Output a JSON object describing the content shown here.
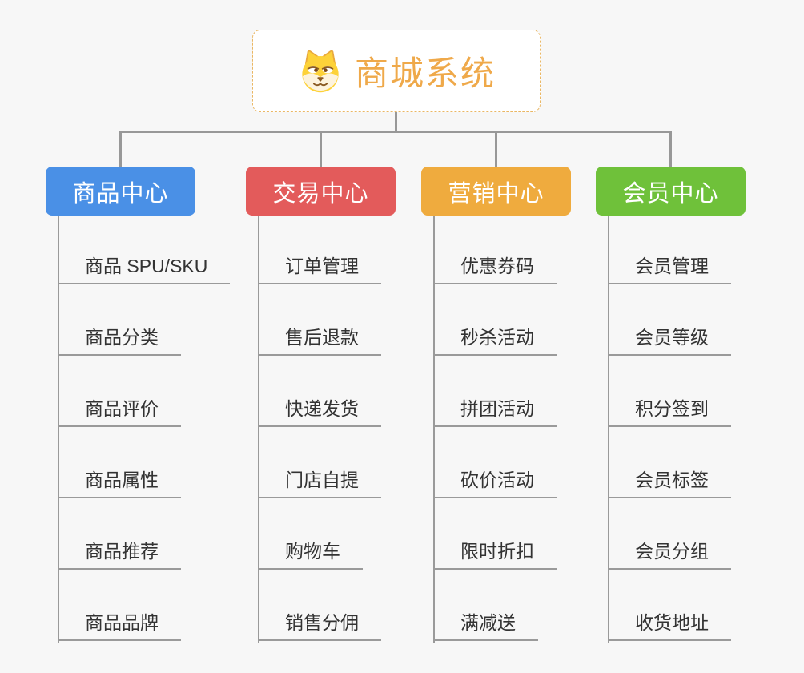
{
  "root": {
    "title": "商城系统",
    "icon": "dog-face-icon",
    "title_color": "#efa94a",
    "border_color": "#eab764"
  },
  "line_color": "#989898",
  "leaf_line_color": "#9a9a9a",
  "branches": [
    {
      "label": "商品中心",
      "color": "#4a90e6",
      "items": [
        "商品 SPU/SKU",
        "商品分类",
        "商品评价",
        "商品属性",
        "商品推荐",
        "商品品牌"
      ]
    },
    {
      "label": "交易中心",
      "color": "#e35b5b",
      "items": [
        "订单管理",
        "售后退款",
        "快递发货",
        "门店自提",
        "购物车",
        "销售分佣"
      ]
    },
    {
      "label": "营销中心",
      "color": "#efab3e",
      "items": [
        "优惠券码",
        "秒杀活动",
        "拼团活动",
        "砍价活动",
        "限时折扣",
        "满减送"
      ]
    },
    {
      "label": "会员中心",
      "color": "#6fc13a",
      "items": [
        "会员管理",
        "会员等级",
        "积分签到",
        "会员标签",
        "会员分组",
        "收货地址"
      ]
    }
  ]
}
